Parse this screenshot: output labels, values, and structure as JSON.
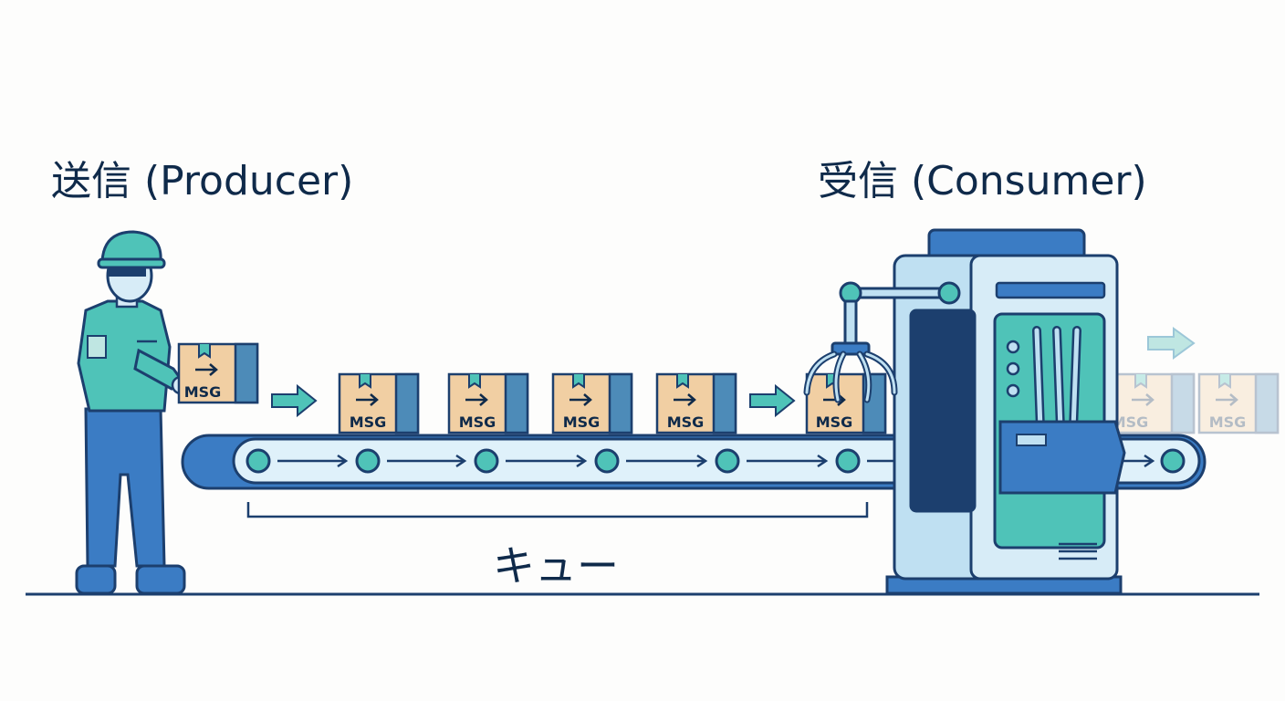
{
  "producer": {
    "title": "送信 (Producer)"
  },
  "consumer": {
    "title": "受信 (Consumer)"
  },
  "queue": {
    "label": "キュー"
  },
  "message": {
    "label": "MSG"
  },
  "colors": {
    "outline": "#1c3f6e",
    "navy": "#0f2a4a",
    "teal": "#4fc3b8",
    "blue": "#3b7cc4",
    "lightblue": "#bfe0f2",
    "box": "#f1cfa3",
    "boxside": "#4d8bb8"
  }
}
